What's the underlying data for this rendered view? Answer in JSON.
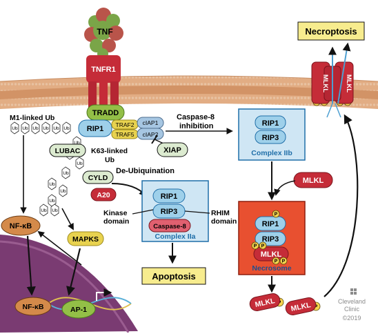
{
  "ligand": "TNF",
  "receptor": "TNFR1",
  "complex_i": {
    "tradd": "TRADD",
    "rip1": "RIP1",
    "traf2": "TRAF2",
    "traf5": "TRAF5",
    "ciap1": "cIAP1",
    "ciap2": "cIAP2",
    "lubac": "LUBAC",
    "cyld": "CYLD",
    "a20": "A20",
    "xiap": "XIAP"
  },
  "ubiquitin": {
    "unit": "Ub",
    "m1_label": "M1-linked Ub",
    "k63_label_line1": "K63-linked",
    "k63_label_line2": "Ub",
    "deubiquitination": "De-Ubiquination"
  },
  "signaling": {
    "nfkb": "NF-κB",
    "mapks": "MAPKS",
    "ap1": "AP-1"
  },
  "complex_iia": {
    "rip1": "RIP1",
    "rip3": "RIP3",
    "casp8": "Caspase-8",
    "title": "Complex IIa",
    "kinase_line1": "Kinase",
    "kinase_line2": "domain",
    "rhim_line1": "RHIM",
    "rhim_line2": "domain"
  },
  "complex_iib": {
    "rip1": "RIP1",
    "rip3": "RIP3",
    "title": "Complex IIb"
  },
  "caspase_inhibition_line1": "Caspase-8",
  "caspase_inhibition_line2": "inhibition",
  "mlkl": "MLKL",
  "phospho": "P",
  "necrosome": {
    "rip1": "RIP1",
    "rip3": "RIP3",
    "mlkl": "MLKL",
    "title": "Necrosome"
  },
  "outcomes": {
    "apoptosis": "Apoptosis",
    "necroptosis": "Necroptosis"
  },
  "credit": {
    "line1": "Cleveland",
    "line2": "Clinic",
    "year": "©2019"
  },
  "colors": {
    "membrane": "#e2ad84",
    "membrane_band": "#d29366",
    "tradd": "#93bf47",
    "traf": "#e8d24f",
    "ciap": "#a6c6e2",
    "rip": "#9ed0ea",
    "red_protein": "#c52c38",
    "box_blue": "#cfe6f4",
    "box_blue_border": "#1f6ea8",
    "necrosome_bg": "#e85030",
    "title_yellow": "#f7ec8e",
    "nucleus": "#7a3b72"
  }
}
